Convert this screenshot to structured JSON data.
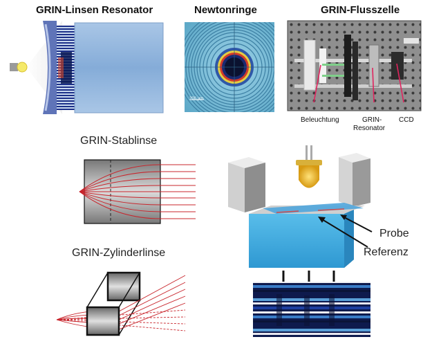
{
  "panels": {
    "grin_resonator": {
      "title": "GRIN-Linsen Resonator"
    },
    "newton_rings": {
      "title": "Newtonringe",
      "scalebar_label": "200 µm"
    },
    "flow_cell": {
      "title": "GRIN-Flusszelle",
      "labels": {
        "illumination": "Beleuchtung",
        "resonator_line1": "GRIN-",
        "resonator_line2": "Resonator",
        "ccd": "CCD"
      }
    },
    "rod_lens": {
      "title": "GRIN-Stablinse"
    },
    "cylinder_lens": {
      "title": "GRIN-Zylinderlinse"
    },
    "setup": {
      "labels": {
        "sample": "Probe",
        "reference": "Referenz"
      }
    }
  },
  "colors": {
    "resonator_blue": "#8fb3db",
    "ray_red": "#c8242b",
    "cell_cyan": "#4fb3e3",
    "lens_gray": "#8a8a8a",
    "block_gray": "#c9c9c9",
    "led_yellow": "#f2c21b",
    "label_arrow_pink": "#e0245e"
  }
}
